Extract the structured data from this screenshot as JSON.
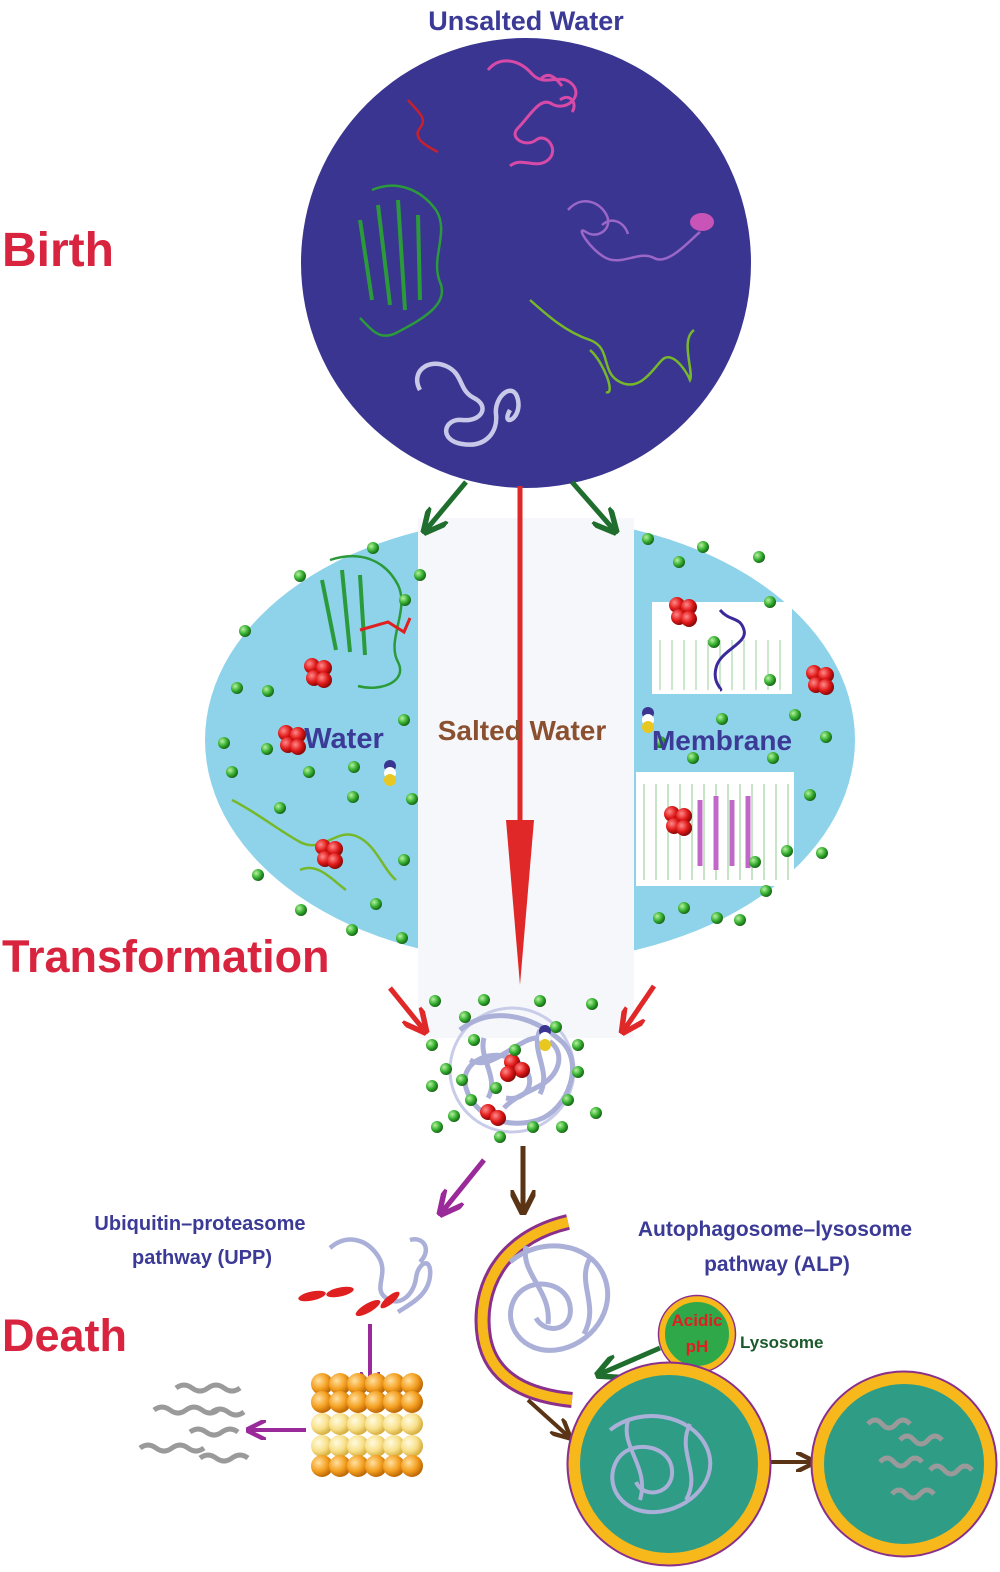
{
  "top_title": "Unsalted Water",
  "stages": {
    "birth": "Birth",
    "transformation": "Transformation",
    "death": "Death"
  },
  "middle": {
    "water": "Water",
    "salted_water": "Salted Water",
    "membrane": "Membrane"
  },
  "pathways": {
    "upp_line1": "Ubiquitin–proteasome",
    "upp_line2": "pathway (UPP)",
    "alp_line1": "Autophagosome–lysosome",
    "alp_line2": "pathway (ALP)",
    "lysosome": "Lysosome",
    "acidic": "Acidic",
    "ph": "pH"
  },
  "colors": {
    "stage_red": "#d8243f",
    "navy_circle": "#3a3590",
    "light_blue": "#8fd3ea",
    "label_blue": "#3b3a96",
    "salted_brown": "#8b5030",
    "arrow_green": "#1f6e2e",
    "arrow_red": "#e02828",
    "arrow_purple": "#9a2a9a",
    "arrow_brown": "#5a3414",
    "teal": "#2f9c86",
    "membrane_orange": "#f6b81a",
    "membrane_purple": "#8a2f8c"
  }
}
